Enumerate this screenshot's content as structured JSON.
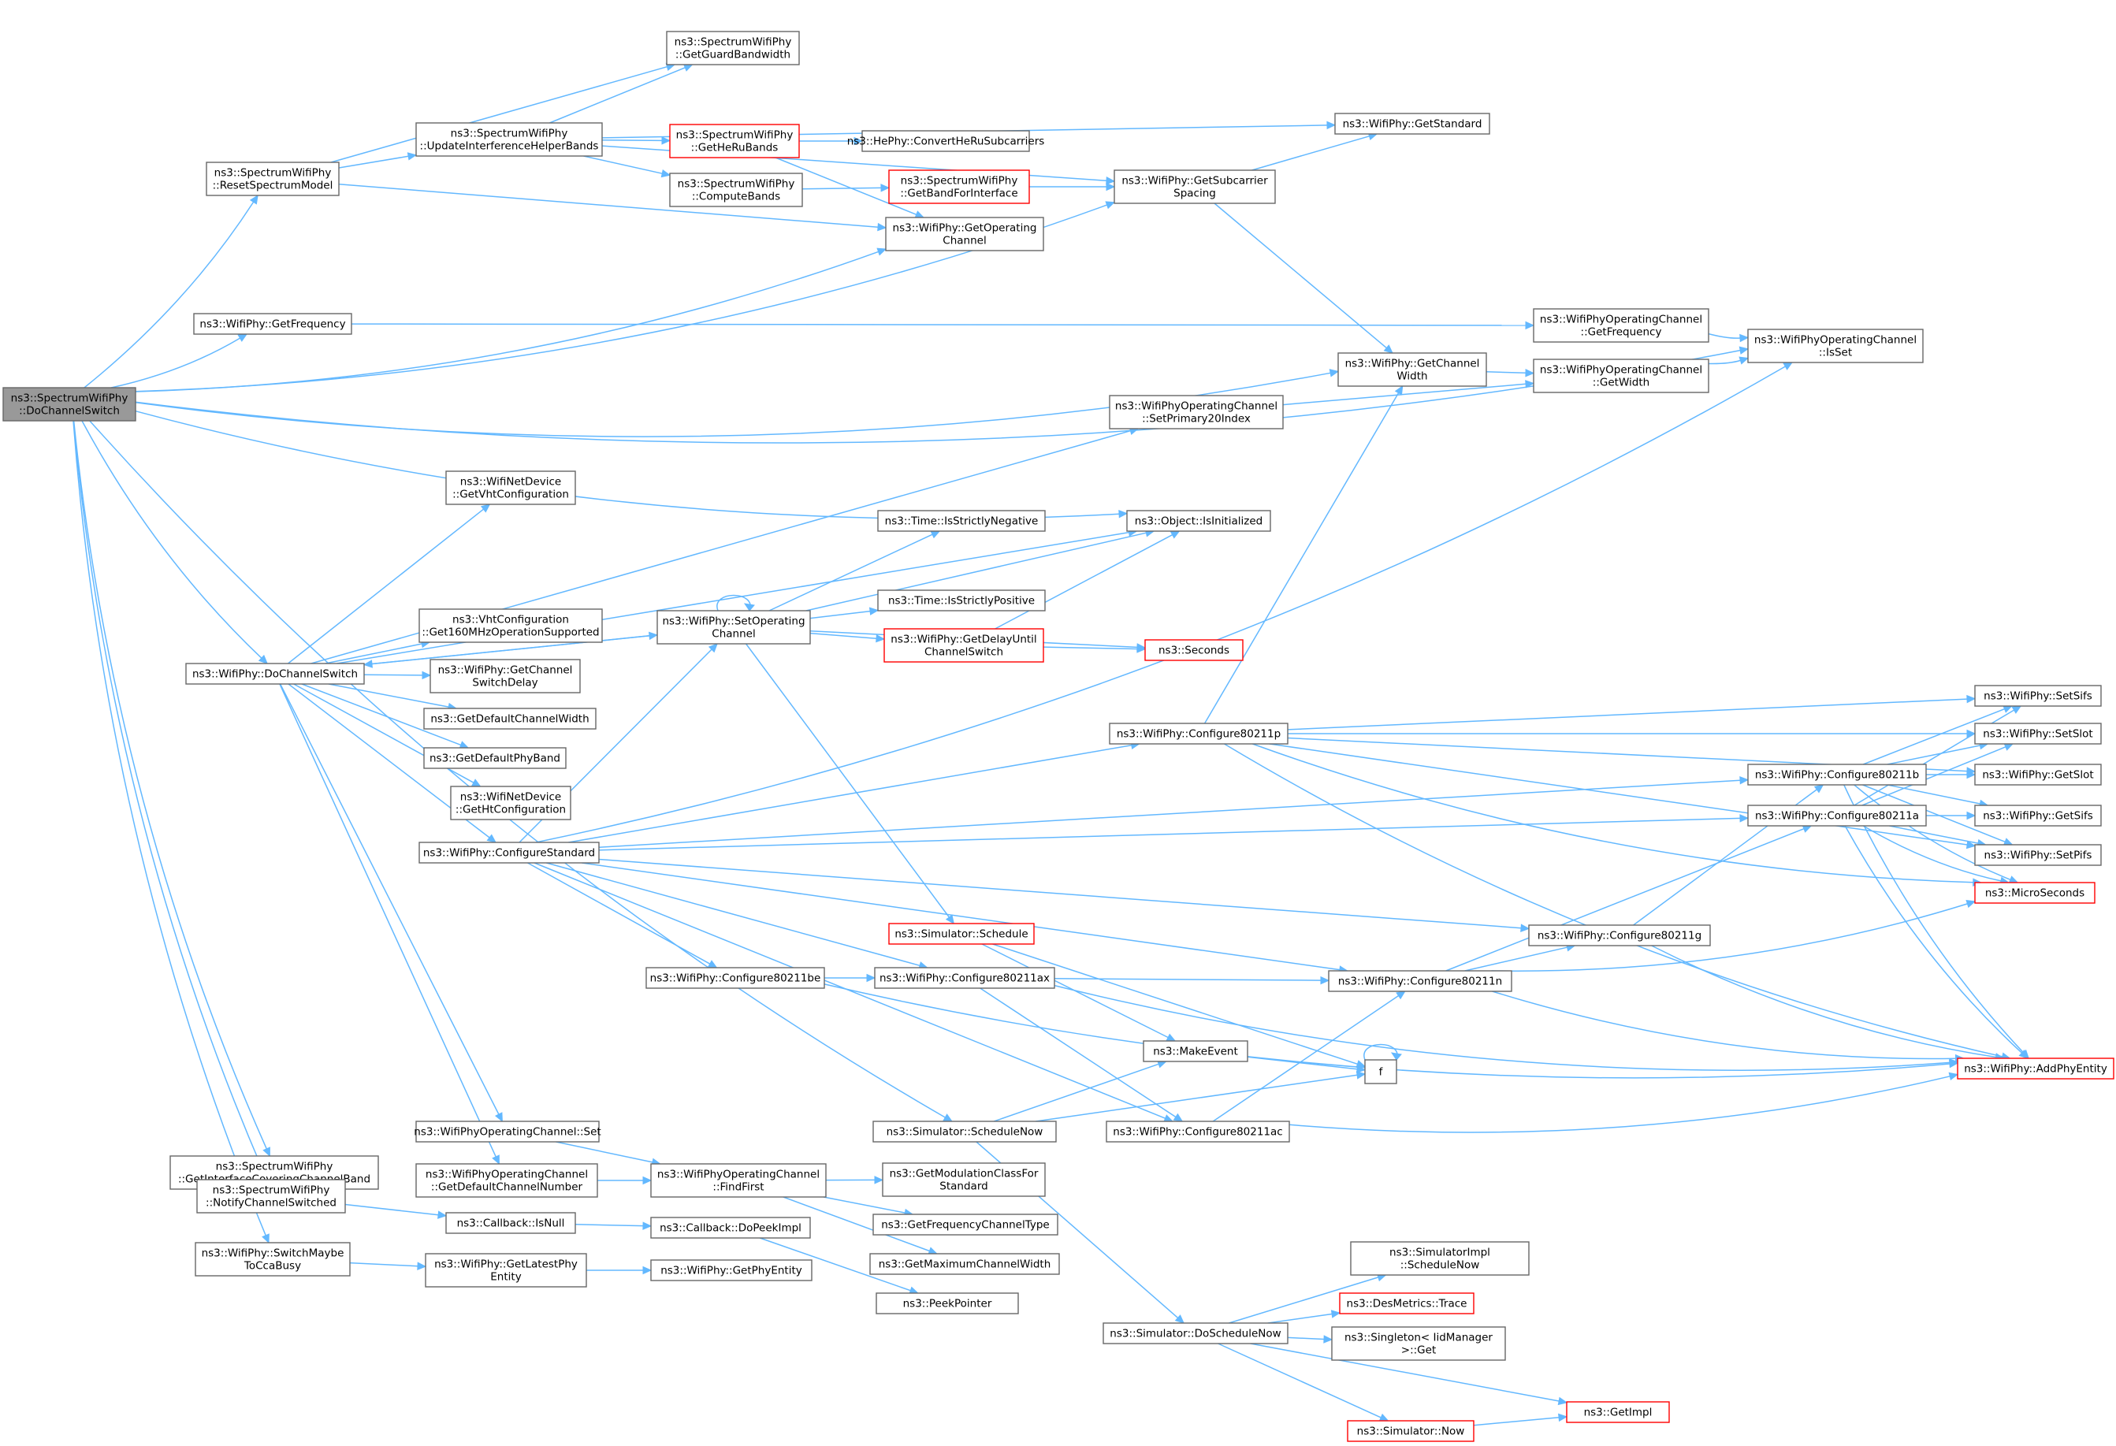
{
  "graph": {
    "nodes": [
      {
        "id": "root",
        "lines": [
          "ns3::SpectrumWifiPhy",
          "::DoChannelSwitch"
        ],
        "style": "root"
      },
      {
        "id": "reset",
        "lines": [
          "ns3::SpectrumWifiPhy",
          "::ResetSpectrumModel"
        ],
        "style": "normal"
      },
      {
        "id": "guard",
        "lines": [
          "ns3::SpectrumWifiPhy",
          "::GetGuardBandwidth"
        ],
        "style": "normal"
      },
      {
        "id": "uihb",
        "lines": [
          "ns3::SpectrumWifiPhy",
          "::UpdateInterferenceHelperBands"
        ],
        "style": "normal"
      },
      {
        "id": "getheru",
        "lines": [
          "ns3::SpectrumWifiPhy",
          "::GetHeRuBands"
        ],
        "style": "red"
      },
      {
        "id": "convhe",
        "lines": [
          "ns3::HePhy::ConvertHeRuSubcarriers"
        ],
        "style": "normal"
      },
      {
        "id": "compute",
        "lines": [
          "ns3::SpectrumWifiPhy",
          "::ComputeBands"
        ],
        "style": "normal"
      },
      {
        "id": "gbfi",
        "lines": [
          "ns3::SpectrumWifiPhy",
          "::GetBandForInterface"
        ],
        "style": "red"
      },
      {
        "id": "getopch",
        "lines": [
          "ns3::WifiPhy::GetOperating",
          "Channel"
        ],
        "style": "normal"
      },
      {
        "id": "getstd",
        "lines": [
          "ns3::WifiPhy::GetStandard"
        ],
        "style": "normal"
      },
      {
        "id": "subsp",
        "lines": [
          "ns3::WifiPhy::GetSubcarrier",
          "Spacing"
        ],
        "style": "normal"
      },
      {
        "id": "getfreq",
        "lines": [
          "ns3::WifiPhy::GetFrequency"
        ],
        "style": "normal"
      },
      {
        "id": "wocgf",
        "lines": [
          "ns3::WifiPhyOperatingChannel",
          "::GetFrequency"
        ],
        "style": "normal"
      },
      {
        "id": "isset",
        "lines": [
          "ns3::WifiPhyOperatingChannel",
          "::IsSet"
        ],
        "style": "normal"
      },
      {
        "id": "chwidth",
        "lines": [
          "ns3::WifiPhy::GetChannel",
          "Width"
        ],
        "style": "normal"
      },
      {
        "id": "wocgw",
        "lines": [
          "ns3::WifiPhyOperatingChannel",
          "::GetWidth"
        ],
        "style": "normal"
      },
      {
        "id": "setp20",
        "lines": [
          "ns3::WifiPhyOperatingChannel",
          "::SetPrimary20Index"
        ],
        "style": "normal"
      },
      {
        "id": "vhtcfg",
        "lines": [
          "ns3::WifiNetDevice",
          "::GetVhtConfiguration"
        ],
        "style": "normal"
      },
      {
        "id": "isinit",
        "lines": [
          "ns3::Object::IsInitialized"
        ],
        "style": "normal"
      },
      {
        "id": "isneg",
        "lines": [
          "ns3::Time::IsStrictlyNegative"
        ],
        "style": "normal"
      },
      {
        "id": "ispos",
        "lines": [
          "ns3::Time::IsStrictlyPositive"
        ],
        "style": "normal"
      },
      {
        "id": "setopch",
        "lines": [
          "ns3::WifiPhy::SetOperating",
          "Channel"
        ],
        "style": "normal"
      },
      {
        "id": "delay",
        "lines": [
          "ns3::WifiPhy::GetDelayUntil",
          "ChannelSwitch"
        ],
        "style": "red"
      },
      {
        "id": "seconds",
        "lines": [
          "ns3::Seconds"
        ],
        "style": "red"
      },
      {
        "id": "wdcs",
        "lines": [
          "ns3::WifiPhy::DoChannelSwitch"
        ],
        "style": "normal"
      },
      {
        "id": "vht160",
        "lines": [
          "ns3::VhtConfiguration",
          "::Get160MHzOperationSupported"
        ],
        "style": "normal"
      },
      {
        "id": "chswd",
        "lines": [
          "ns3::WifiPhy::GetChannel",
          "SwitchDelay"
        ],
        "style": "normal"
      },
      {
        "id": "defcw",
        "lines": [
          "ns3::GetDefaultChannelWidth"
        ],
        "style": "normal"
      },
      {
        "id": "defpb",
        "lines": [
          "ns3::GetDefaultPhyBand"
        ],
        "style": "normal"
      },
      {
        "id": "htcfg",
        "lines": [
          "ns3::WifiNetDevice",
          "::GetHtConfiguration"
        ],
        "style": "normal"
      },
      {
        "id": "cfgstd",
        "lines": [
          "ns3::WifiPhy::ConfigureStandard"
        ],
        "style": "normal"
      },
      {
        "id": "c11p",
        "lines": [
          "ns3::WifiPhy::Configure80211p"
        ],
        "style": "normal"
      },
      {
        "id": "c11b",
        "lines": [
          "ns3::WifiPhy::Configure80211b"
        ],
        "style": "normal"
      },
      {
        "id": "c11a",
        "lines": [
          "ns3::WifiPhy::Configure80211a"
        ],
        "style": "normal"
      },
      {
        "id": "setsifs",
        "lines": [
          "ns3::WifiPhy::SetSifs"
        ],
        "style": "normal"
      },
      {
        "id": "setslot",
        "lines": [
          "ns3::WifiPhy::SetSlot"
        ],
        "style": "normal"
      },
      {
        "id": "getslot",
        "lines": [
          "ns3::WifiPhy::GetSlot"
        ],
        "style": "normal"
      },
      {
        "id": "getsifs",
        "lines": [
          "ns3::WifiPhy::GetSifs"
        ],
        "style": "normal"
      },
      {
        "id": "setpifs",
        "lines": [
          "ns3::WifiPhy::SetPifs"
        ],
        "style": "normal"
      },
      {
        "id": "micro",
        "lines": [
          "ns3::MicroSeconds"
        ],
        "style": "red"
      },
      {
        "id": "sched",
        "lines": [
          "ns3::Simulator::Schedule"
        ],
        "style": "red"
      },
      {
        "id": "c11g",
        "lines": [
          "ns3::WifiPhy::Configure80211g"
        ],
        "style": "normal"
      },
      {
        "id": "c11be",
        "lines": [
          "ns3::WifiPhy::Configure80211be"
        ],
        "style": "normal"
      },
      {
        "id": "c11ax",
        "lines": [
          "ns3::WifiPhy::Configure80211ax"
        ],
        "style": "normal"
      },
      {
        "id": "c11n",
        "lines": [
          "ns3::WifiPhy::Configure80211n"
        ],
        "style": "normal"
      },
      {
        "id": "mkevt",
        "lines": [
          "ns3::MakeEvent"
        ],
        "style": "normal"
      },
      {
        "id": "f",
        "lines": [
          "f"
        ],
        "style": "normal"
      },
      {
        "id": "addphy",
        "lines": [
          "ns3::WifiPhy::AddPhyEntity"
        ],
        "style": "red"
      },
      {
        "id": "c11ac",
        "lines": [
          "ns3::WifiPhy::Configure80211ac"
        ],
        "style": "normal"
      },
      {
        "id": "gicb",
        "lines": [
          "ns3::SpectrumWifiPhy",
          "::GetInterfaceCoveringChannelBand"
        ],
        "style": "normal"
      },
      {
        "id": "wocset",
        "lines": [
          "ns3::WifiPhyOperatingChannel::Set"
        ],
        "style": "normal"
      },
      {
        "id": "schnow",
        "lines": [
          "ns3::Simulator::ScheduleNow"
        ],
        "style": "normal"
      },
      {
        "id": "notify",
        "lines": [
          "ns3::SpectrumWifiPhy",
          "::NotifyChannelSwitched"
        ],
        "style": "normal"
      },
      {
        "id": "defchn",
        "lines": [
          "ns3::WifiPhyOperatingChannel",
          "::GetDefaultChannelNumber"
        ],
        "style": "normal"
      },
      {
        "id": "findfirst",
        "lines": [
          "ns3::WifiPhyOperatingChannel",
          "::FindFirst"
        ],
        "style": "normal"
      },
      {
        "id": "modcls",
        "lines": [
          "ns3::GetModulationClassFor",
          "Standard"
        ],
        "style": "normal"
      },
      {
        "id": "isnull",
        "lines": [
          "ns3::Callback::IsNull"
        ],
        "style": "normal"
      },
      {
        "id": "dopeek",
        "lines": [
          "ns3::Callback::DoPeekImpl"
        ],
        "style": "normal"
      },
      {
        "id": "freqct",
        "lines": [
          "ns3::GetFrequencyChannelType"
        ],
        "style": "normal"
      },
      {
        "id": "maxcw",
        "lines": [
          "ns3::GetMaximumChannelWidth"
        ],
        "style": "normal"
      },
      {
        "id": "switchcca",
        "lines": [
          "ns3::WifiPhy::SwitchMaybe",
          "ToCcaBusy"
        ],
        "style": "normal"
      },
      {
        "id": "latest",
        "lines": [
          "ns3::WifiPhy::GetLatestPhy",
          "Entity"
        ],
        "style": "normal"
      },
      {
        "id": "getphyent",
        "lines": [
          "ns3::WifiPhy::GetPhyEntity"
        ],
        "style": "normal"
      },
      {
        "id": "peekptr",
        "lines": [
          "ns3::PeekPointer"
        ],
        "style": "normal"
      },
      {
        "id": "simimpl",
        "lines": [
          "ns3::SimulatorImpl",
          "::ScheduleNow"
        ],
        "style": "normal"
      },
      {
        "id": "dessched",
        "lines": [
          "ns3::Simulator::DoScheduleNow"
        ],
        "style": "normal"
      },
      {
        "id": "desmet",
        "lines": [
          "ns3::DesMetrics::Trace"
        ],
        "style": "red"
      },
      {
        "id": "singleton",
        "lines": [
          "ns3::Singleton< IidManager",
          ">::Get"
        ],
        "style": "normal"
      },
      {
        "id": "getimpl",
        "lines": [
          "ns3::GetImpl"
        ],
        "style": "red"
      },
      {
        "id": "simnow",
        "lines": [
          "ns3::Simulator::Now"
        ],
        "style": "red"
      }
    ]
  }
}
